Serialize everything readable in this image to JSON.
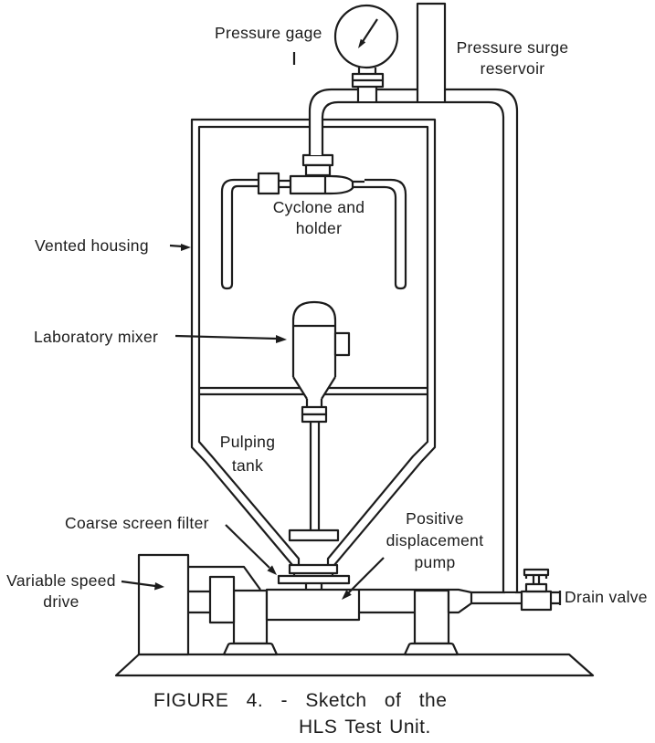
{
  "diagram": {
    "labels": {
      "pressure_gage": "Pressure gage",
      "pressure_surge": [
        "Pressure surge",
        "reservoir"
      ],
      "cyclone_holder": [
        "Cyclone and",
        "holder"
      ],
      "vented_housing": "Vented housing",
      "laboratory_mixer": "Laboratory mixer",
      "pulping_tank": [
        "Pulping",
        "tank"
      ],
      "coarse_screen_filter": "Coarse screen filter",
      "positive_displacement_pump": [
        "Positive",
        "displacement",
        "pump"
      ],
      "variable_speed_drive": [
        "Variable speed",
        "drive"
      ],
      "drain_valve": "Drain valve"
    },
    "caption": [
      "FIGURE 4. - Sketch of the",
      "HLS Test Unit."
    ],
    "colors": {
      "ink": "#1c1c1c",
      "paper": "#ffffff"
    }
  }
}
